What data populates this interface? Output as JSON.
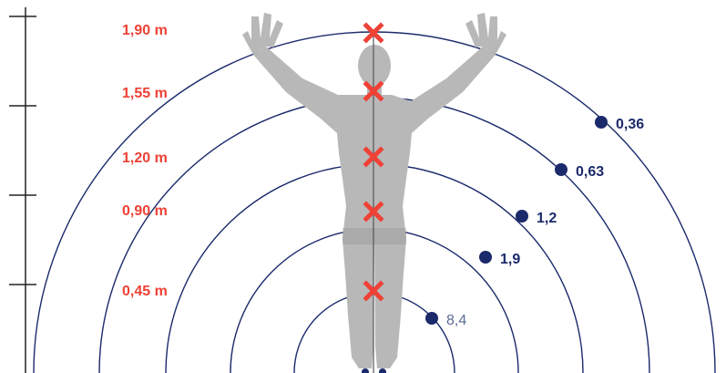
{
  "colors": {
    "arc": "#1b2a6b",
    "dot": "#1b2a6b",
    "marker": "#ef4136",
    "height_text": "#ef4136",
    "value_text": "#1b2a6b",
    "value_text_light": "#5a6a96",
    "figure": "#b8b8b8",
    "ruler": "#222222"
  },
  "height_labels": [
    "1,90 m",
    "1,55 m",
    "1,20 m",
    "0,90 m",
    "0,45 m"
  ],
  "arc_values": [
    "0,36",
    "0,63",
    "1,2",
    "1,9",
    "8,4"
  ],
  "icons": {
    "marker": "cross-icon",
    "figure": "human-silhouette-icon"
  }
}
